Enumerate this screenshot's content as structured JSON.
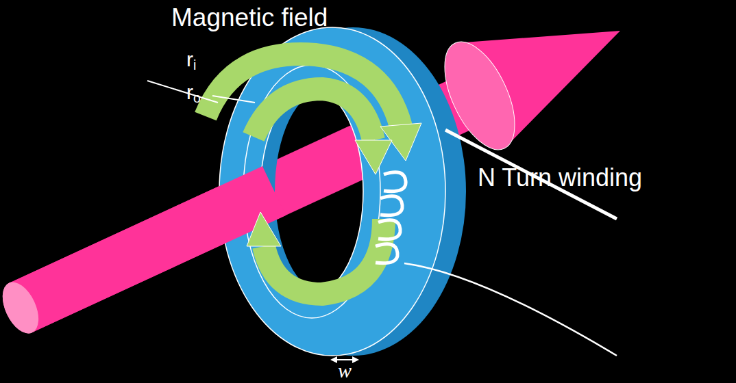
{
  "diagram": {
    "labels": [
      "Magnetic field",
      "ri",
      "ro",
      "N Turn winding",
      "w"
    ]
  }
}
